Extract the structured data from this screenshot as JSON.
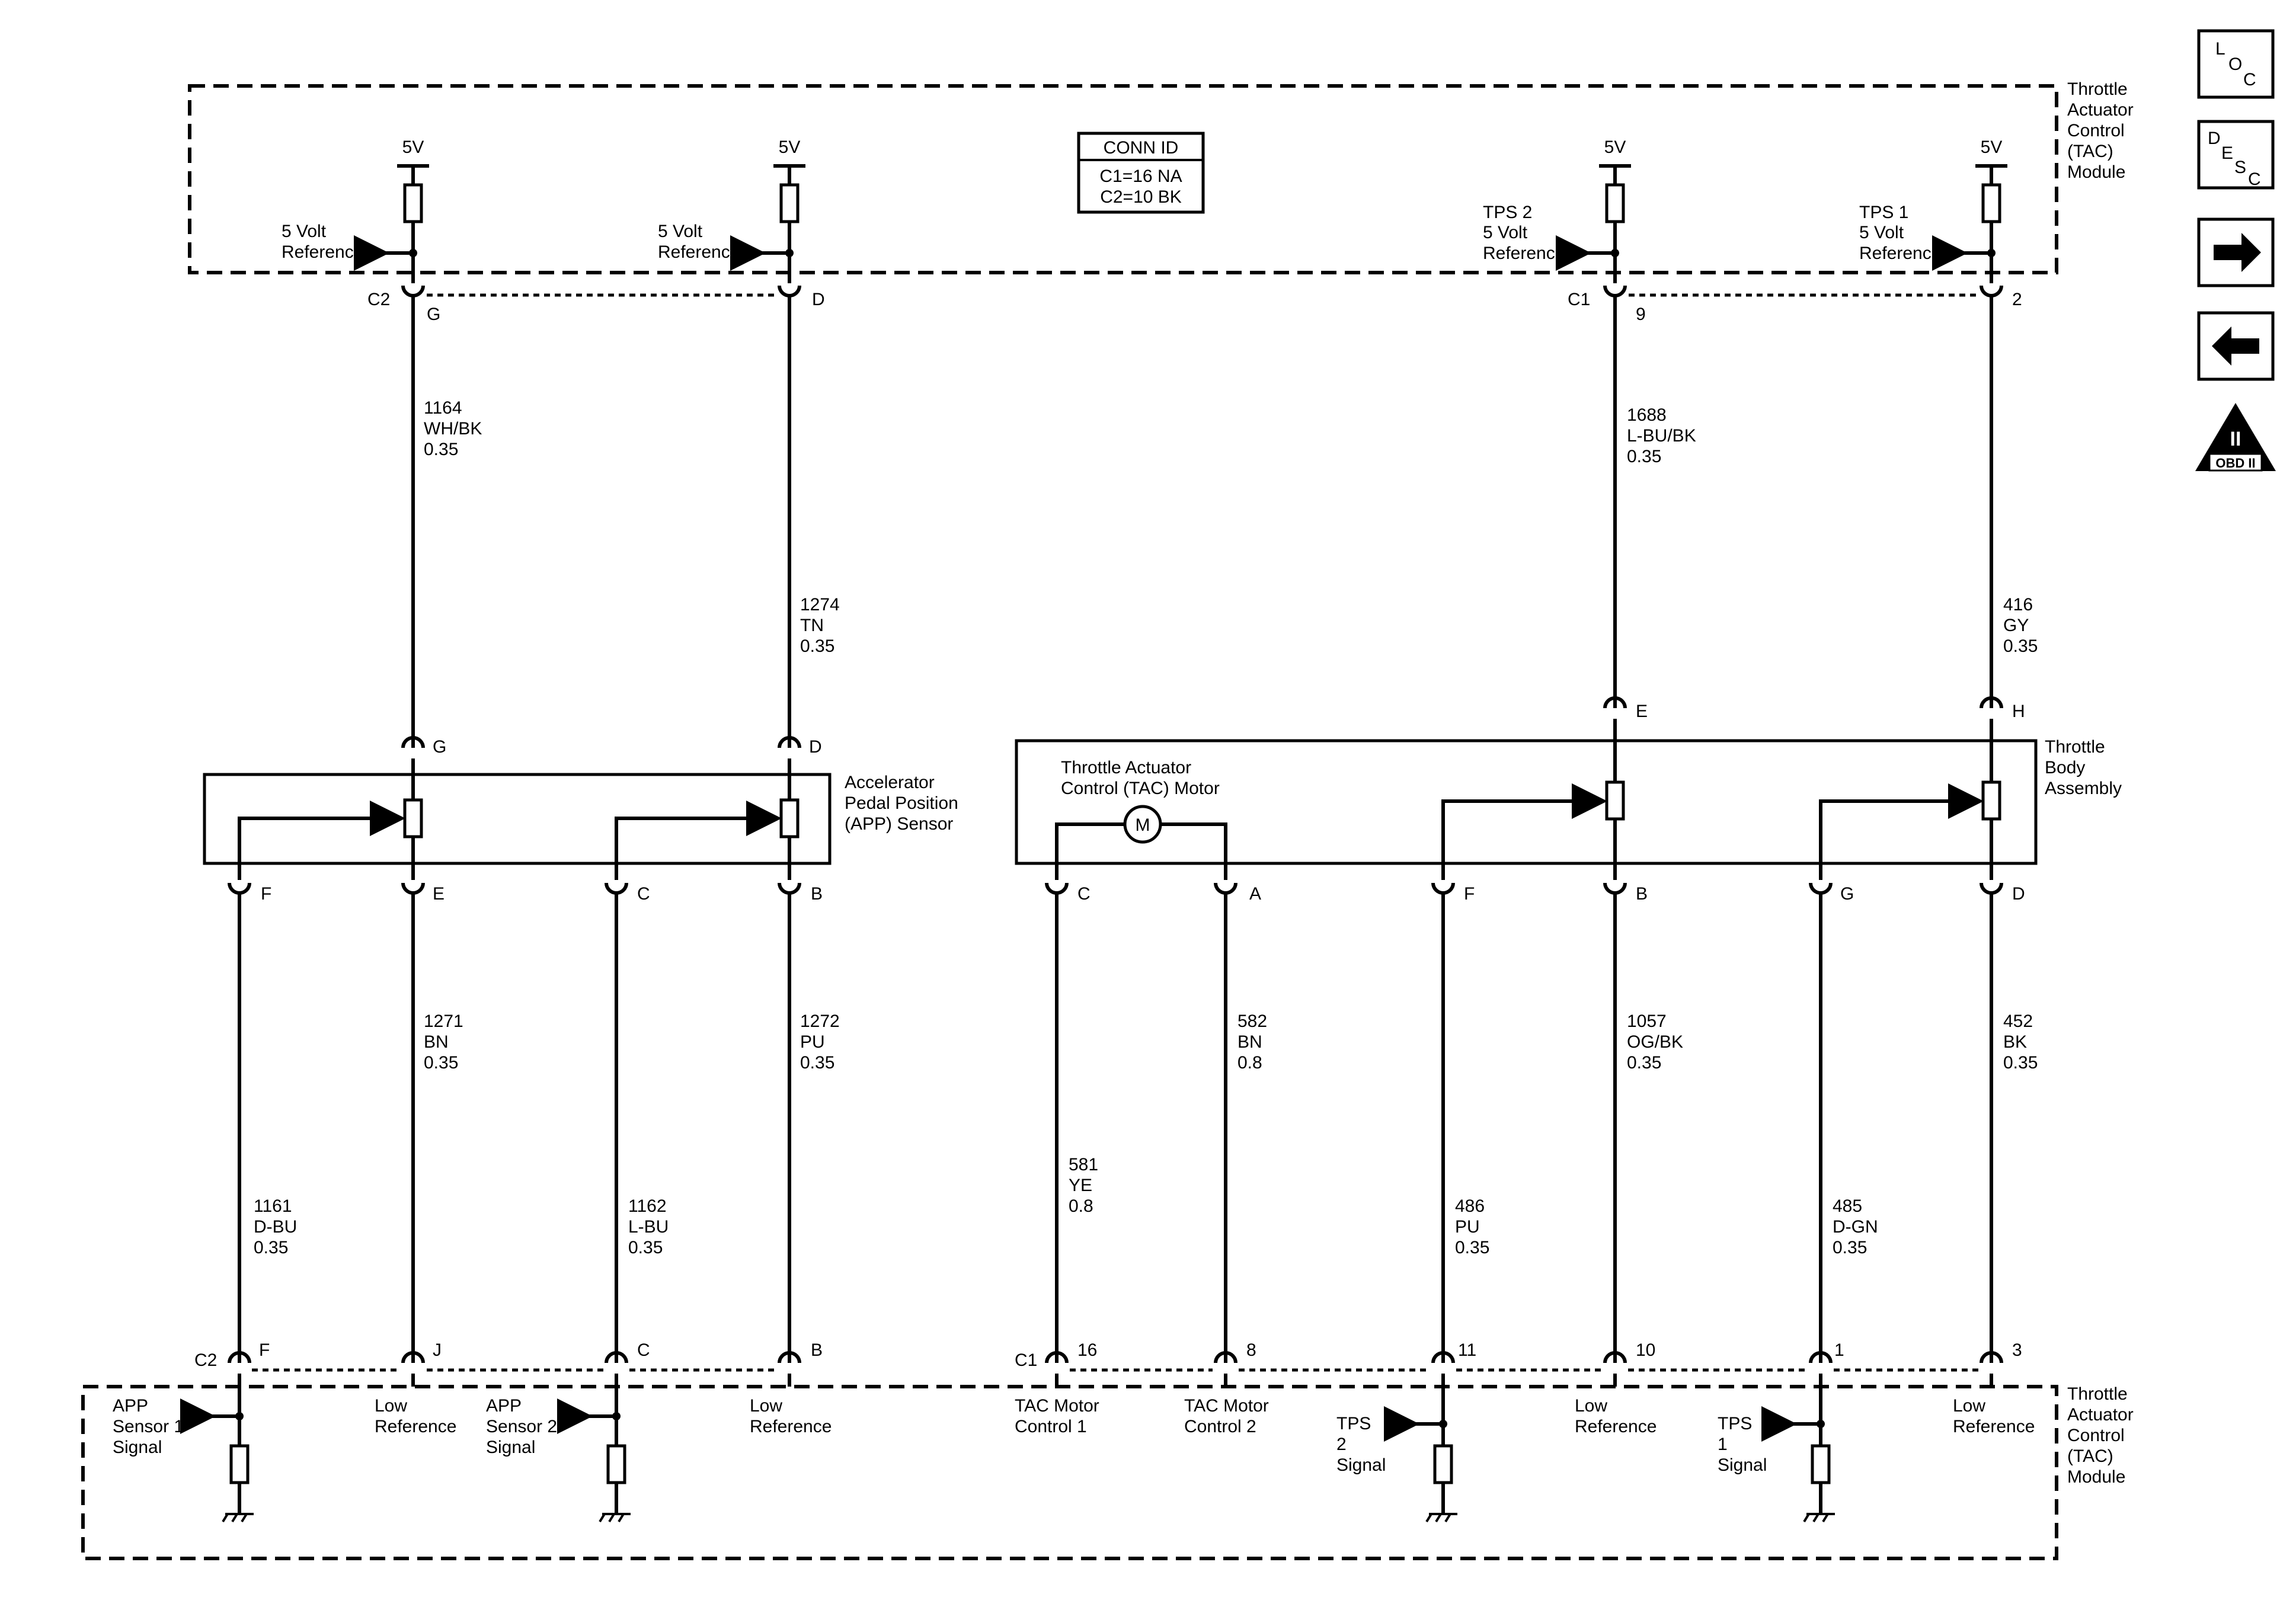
{
  "conn_id": {
    "title": "CONN ID",
    "c1": "C1=16 NA",
    "c2": "C2=10 BK"
  },
  "modules": {
    "top": {
      "l1": "Throttle",
      "l2": "Actuator",
      "l3": "Control",
      "l4": "(TAC)",
      "l5": "Module"
    },
    "bottom": {
      "l1": "Throttle",
      "l2": "Actuator",
      "l3": "Control",
      "l4": "(TAC)",
      "l5": "Module"
    }
  },
  "top_circuits": {
    "voltage": "5V",
    "ref_l1": "5 Volt",
    "ref_l2": "Reference",
    "tps2_l0": "TPS 2",
    "tps1_l0": "TPS 1"
  },
  "connectors": {
    "c1": "C1",
    "c2": "C2"
  },
  "top_pins": {
    "g": "G",
    "d": "D",
    "p9": "9",
    "p2": "2"
  },
  "top_wires": [
    {
      "circuit": "1164",
      "color": "WH/BK",
      "gauge": "0.35"
    },
    {
      "circuit": "1274",
      "color": "TN",
      "gauge": "0.35"
    },
    {
      "circuit": "1688",
      "color": "L-BU/BK",
      "gauge": "0.35"
    },
    {
      "circuit": "416",
      "color": "GY",
      "gauge": "0.35"
    }
  ],
  "app_sensor": {
    "l1": "Accelerator",
    "l2": "Pedal Position",
    "l3": "(APP) Sensor",
    "pin_top_g": "G",
    "pin_top_d": "D",
    "pin_f": "F",
    "pin_e": "E",
    "pin_c": "C",
    "pin_b": "B"
  },
  "throttle_body": {
    "l1": "Throttle",
    "l2": "Body",
    "l3": "Assembly",
    "motor_l1": "Throttle Actuator",
    "motor_l2": "Control (TAC) Motor",
    "motor_symbol": "M",
    "pin_top_e": "E",
    "pin_top_h": "H",
    "pin_c": "C",
    "pin_a": "A",
    "pin_f": "F",
    "pin_b": "B",
    "pin_g": "G",
    "pin_d": "D"
  },
  "bottom_wires": [
    {
      "circuit": "1161",
      "color": "D-BU",
      "gauge": "0.35"
    },
    {
      "circuit": "1271",
      "color": "BN",
      "gauge": "0.35"
    },
    {
      "circuit": "1162",
      "color": "L-BU",
      "gauge": "0.35"
    },
    {
      "circuit": "1272",
      "color": "PU",
      "gauge": "0.35"
    },
    {
      "circuit": "581",
      "color": "YE",
      "gauge": "0.8"
    },
    {
      "circuit": "582",
      "color": "BN",
      "gauge": "0.8"
    },
    {
      "circuit": "486",
      "color": "PU",
      "gauge": "0.35"
    },
    {
      "circuit": "1057",
      "color": "OG/BK",
      "gauge": "0.35"
    },
    {
      "circuit": "485",
      "color": "D-GN",
      "gauge": "0.35"
    },
    {
      "circuit": "452",
      "color": "BK",
      "gauge": "0.35"
    }
  ],
  "bottom_pins": {
    "f": "F",
    "j": "J",
    "c": "C",
    "b": "B",
    "p16": "16",
    "p8": "8",
    "p11": "11",
    "p10": "10",
    "p1": "1",
    "p3": "3"
  },
  "bottom_labels": {
    "app1_l1": "APP",
    "app1_l2": "Sensor 1",
    "app1_l3": "Signal",
    "low_l1": "Low",
    "low_l2": "Reference",
    "app2_l1": "APP",
    "app2_l2": "Sensor 2",
    "app2_l3": "Signal",
    "tacm1_l1": "TAC Motor",
    "tacm1_l2": "Control 1",
    "tacm2_l1": "TAC Motor",
    "tacm2_l2": "Control 2",
    "tps2_l1": "TPS",
    "tps2_l2": "2",
    "tps2_l3": "Signal",
    "tps1_l1": "TPS",
    "tps1_l2": "1",
    "tps1_l3": "Signal"
  },
  "nav_icons": {
    "loc": {
      "l": "L",
      "o": "O",
      "c": "C"
    },
    "desc": {
      "d": "D",
      "e": "E",
      "s": "S",
      "c": "C"
    },
    "obd": {
      "roman": "II",
      "label": "OBD II"
    }
  }
}
